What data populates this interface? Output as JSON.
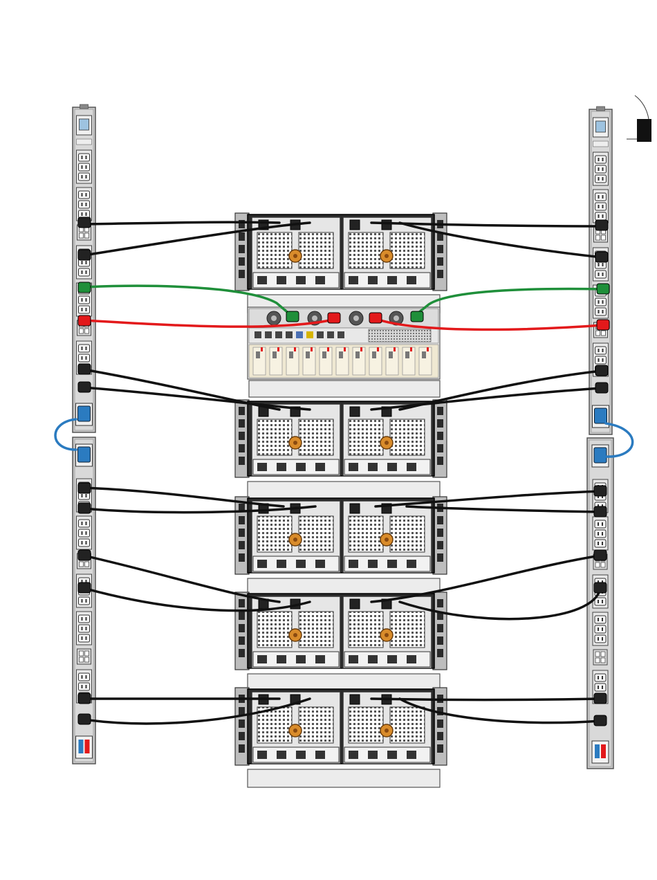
{
  "diagram": {
    "colors": {
      "cable_black": "#111111",
      "cable_green": "#1f8f3a",
      "cable_red": "#e3191b",
      "cable_blue": "#2b7bc0",
      "pdu_body": "#c9c9c9",
      "pdu_outline": "#555555",
      "chassis_dark": "#2a2a2a",
      "chassis_face": "#e6e6e6",
      "fan_accent": "#d98c2b",
      "server_tan": "#efe8d2"
    },
    "pdus": [
      {
        "id": "left-upper",
        "side": "left"
      },
      {
        "id": "left-lower",
        "side": "left"
      },
      {
        "id": "right-upper",
        "side": "right"
      },
      {
        "id": "right-lower",
        "side": "right"
      }
    ],
    "devices": [
      {
        "id": "storage-enclosure-1",
        "kind": "storage-shelf"
      },
      {
        "id": "server-controller",
        "kind": "server"
      },
      {
        "id": "storage-enclosure-2",
        "kind": "storage-shelf"
      },
      {
        "id": "storage-enclosure-3",
        "kind": "storage-shelf"
      },
      {
        "id": "storage-enclosure-4",
        "kind": "storage-shelf"
      },
      {
        "id": "storage-enclosure-5",
        "kind": "storage-shelf"
      }
    ],
    "cable_colors": [
      "black",
      "green",
      "red",
      "blue"
    ]
  }
}
